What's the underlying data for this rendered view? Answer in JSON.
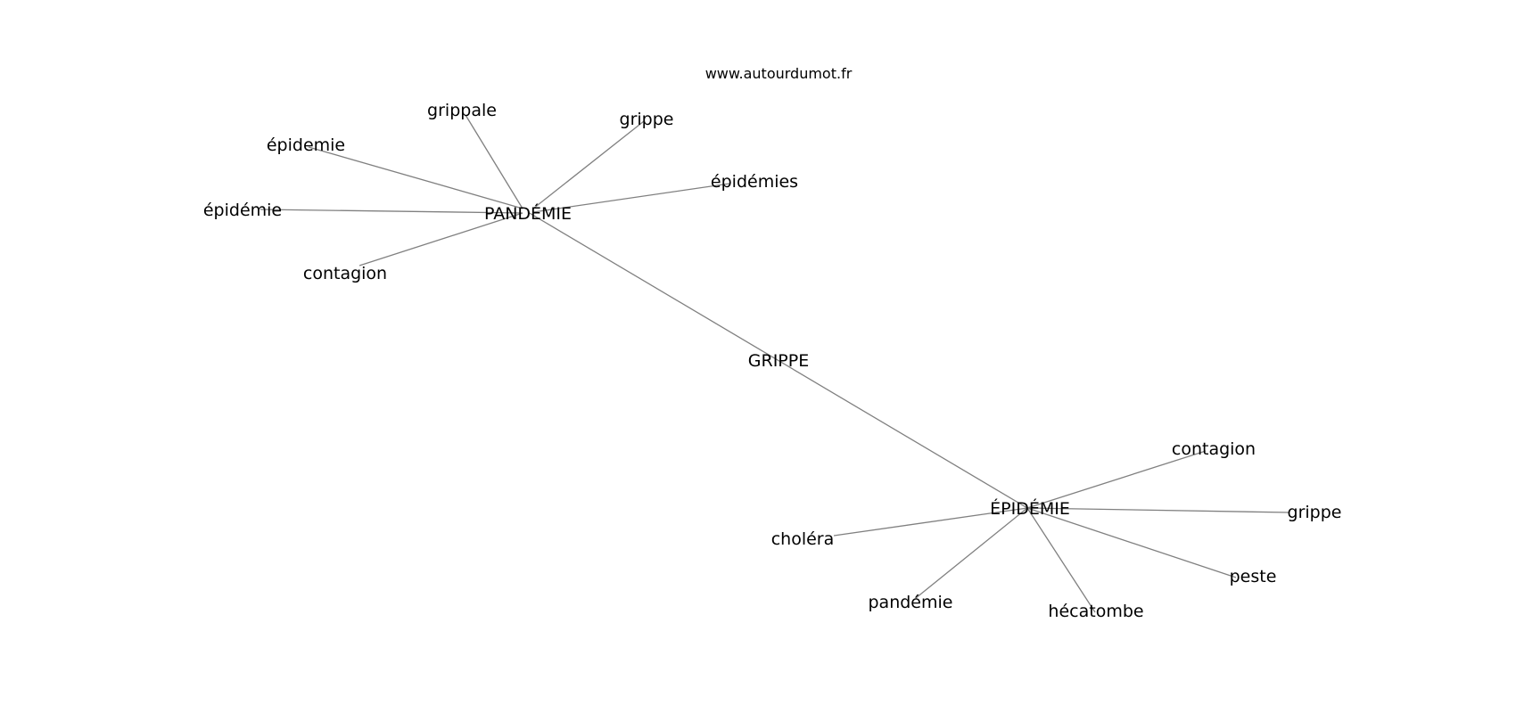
{
  "source": "www.autourdumot.fr",
  "graph": {
    "center": "GRIPPE",
    "hubs": [
      {
        "label": "PANDÉMIE",
        "neighbors": [
          "grippale",
          "grippe",
          "épidémies",
          "épidemie",
          "épidémie",
          "contagion"
        ]
      },
      {
        "label": "ÉPIDÉMIE",
        "neighbors": [
          "contagion",
          "grippe",
          "peste",
          "hécatombe",
          "pandémie",
          "choléra"
        ]
      }
    ]
  },
  "colors": {
    "edge": "#808080",
    "text": "#000000",
    "background": "#ffffff"
  }
}
